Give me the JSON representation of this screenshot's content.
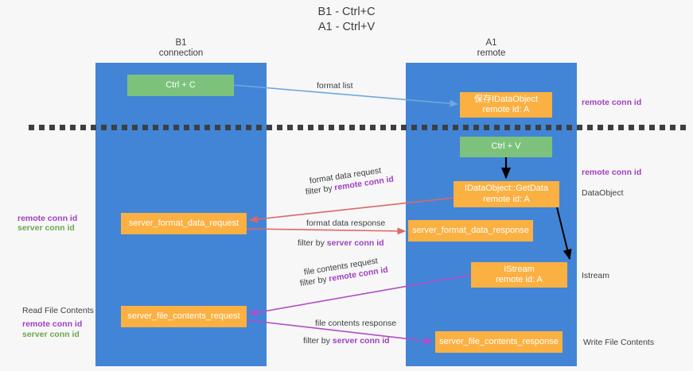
{
  "title": {
    "line1": "B1 - Ctrl+C",
    "line2": "A1 - Ctrl+V"
  },
  "columns": {
    "b1": {
      "name": "B1",
      "role": "connection"
    },
    "a1": {
      "name": "A1",
      "role": "remote"
    }
  },
  "colors": {
    "lane": "#4285d6",
    "green_node": "#7cc27c",
    "orange_node": "#fbb042",
    "purple_text": "#a03fc0",
    "green_text": "#6aa84f",
    "blue_arrow": "#6fa8dc",
    "red_arrow": "#e06666",
    "magenta_arrow": "#b44bc8",
    "black_arrow": "#000000",
    "divider": "#3c4043"
  },
  "nodes": {
    "ctrl_c": "Ctrl + C",
    "idataobject": "保存IDataObject\nremote id: A",
    "ctrl_v": "Ctrl + V",
    "getdata": "IDataObject::GetData\nremote id: A",
    "server_format_data_request": "server_format_data_request",
    "server_format_data_response": "server_format_data_response",
    "istream": "IStream\nremote id: A",
    "server_file_contents_request": "server_file_contents_request",
    "server_file_contents_response": "server_file_contents_response"
  },
  "flow_labels": {
    "format_list": "format list",
    "format_data_request": "format data request",
    "format_data_request_filter_prefix": "filter by ",
    "format_data_request_filter_key": "remote conn id",
    "format_data_response": "format data response",
    "format_data_response_filter_prefix": "filter by ",
    "format_data_response_filter_key": "server conn id",
    "file_contents_request": "file contents request",
    "file_contents_request_filter_prefix": "filter by ",
    "file_contents_request_filter_key": "remote conn id",
    "file_contents_response": "file contents response",
    "file_contents_response_filter_prefix": "filter by ",
    "file_contents_response_filter_key": "server conn id"
  },
  "right_labels": {
    "remote_conn_id_top": "remote conn id",
    "remote_conn_id_mid": "remote conn id",
    "dataobject": "DataObject",
    "istream": "Istream",
    "write_file_contents": "Write File Contents"
  },
  "left_labels": {
    "remote_conn_id_mid": "remote conn id",
    "server_conn_id_mid": "server conn id",
    "read_file_contents": "Read File Contents",
    "remote_conn_id_bottom": "remote conn id",
    "server_conn_id_bottom": "server conn id"
  }
}
